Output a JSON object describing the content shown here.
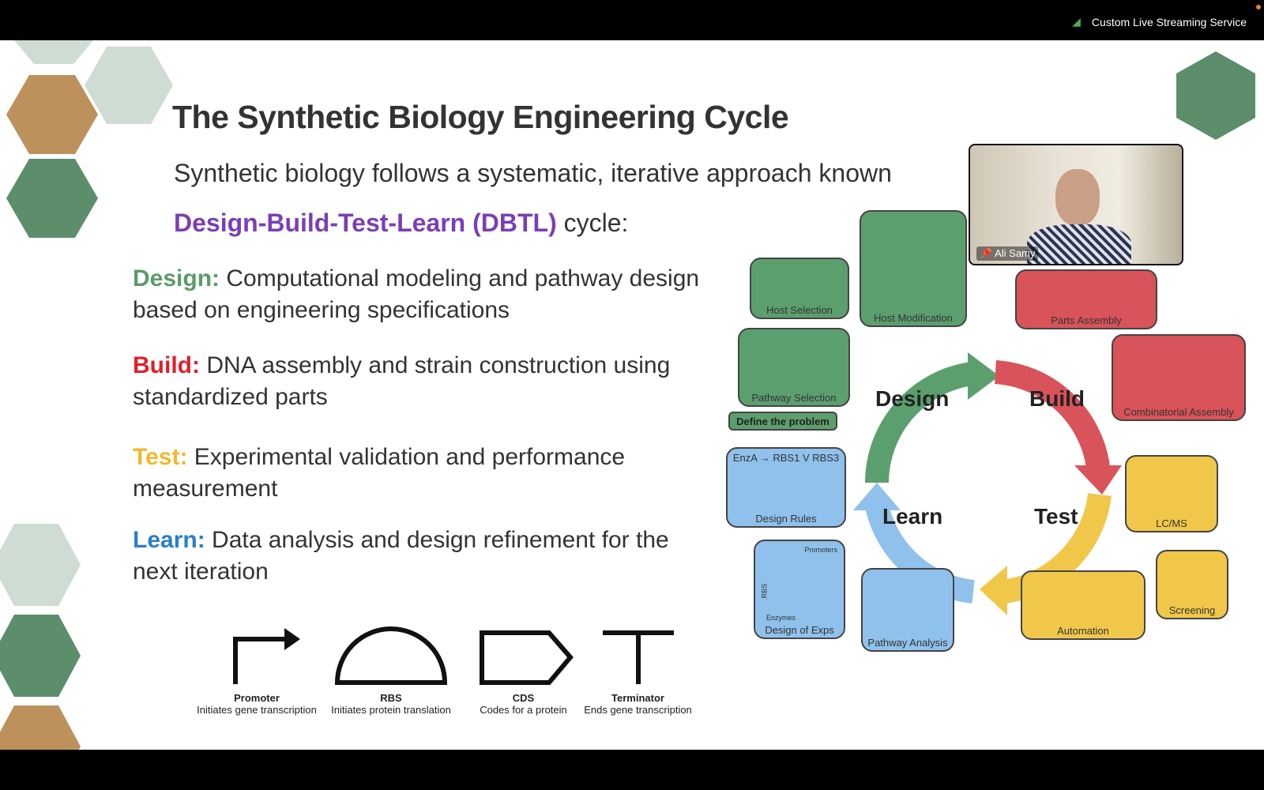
{
  "topbar": {
    "service": "Custom Live Streaming Service"
  },
  "slide": {
    "title": "The Synthetic Biology Engineering Cycle",
    "intro": "Synthetic biology follows a systematic, iterative approach known",
    "dbtl": "Design-Build-Test-Learn (DBTL)",
    "dbtl_suffix": " cycle:",
    "bullets": [
      {
        "term": "Design:",
        "text": " Computational modeling and pathway design based on engineering specifications",
        "color": "#5c9a6a"
      },
      {
        "term": "Build:",
        "text": " DNA assembly and strain construction using standardized parts",
        "color": "#e0202a"
      },
      {
        "term": "Test:",
        "text": " Experimental validation and performance measurement",
        "color": "#f0b82e"
      },
      {
        "term": "Learn:",
        "text": " Data analysis and design refinement for the next iteration",
        "color": "#2a7fc8"
      }
    ],
    "symbols": [
      {
        "name": "Promoter",
        "desc": "Initiates gene transcription"
      },
      {
        "name": "RBS",
        "desc": "Initiates protein translation"
      },
      {
        "name": "CDS",
        "desc": "Codes for a protein"
      },
      {
        "name": "Terminator",
        "desc": "Ends gene transcription"
      }
    ],
    "cycle": {
      "design": "Design",
      "build": "Build",
      "test": "Test",
      "learn": "Learn"
    },
    "boxes": {
      "host_selection": "Host Selection",
      "host_modification": "Host Modification",
      "parts_assembly": "Parts Assembly",
      "pathway_selection": "Pathway Selection",
      "define_problem": "Define the problem",
      "combinatorial": "Combinatorial Assembly",
      "design_rules": "Design Rules",
      "design_rules_top": "EnzA → RBS1 V RBS3",
      "lcms": "LC/MS",
      "screening": "Screening",
      "design_exps": "Design of Exps",
      "pathway_analysis": "Pathway Analysis",
      "automation": "Automation",
      "promoters": "Promoters",
      "rbs": "RBS",
      "enzymes": "Enzymes"
    }
  },
  "video": {
    "name": "Ali Samy"
  },
  "colors": {
    "green": "#5c9f6e",
    "red": "#d9535a",
    "yellow": "#f1c74a",
    "blue": "#8fc1ec",
    "purple": "#7b3fb4"
  }
}
